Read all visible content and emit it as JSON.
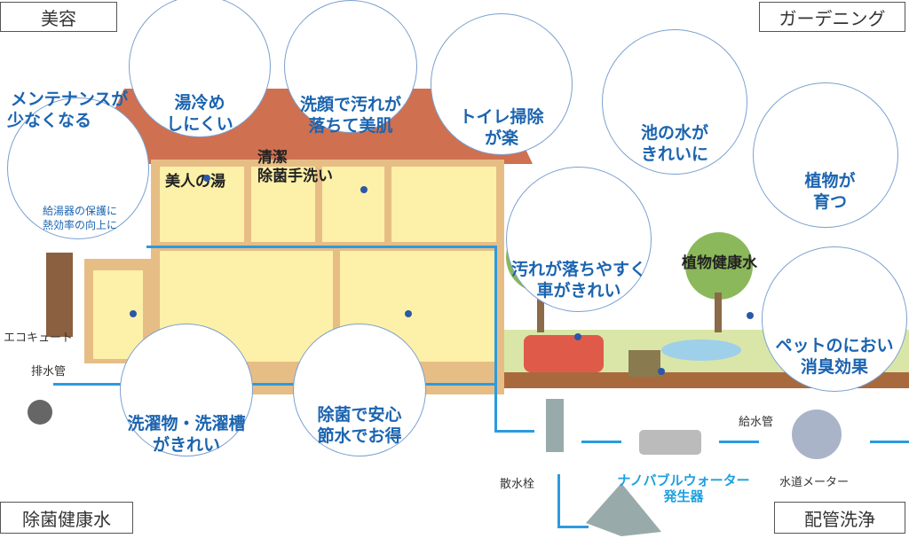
{
  "categories": {
    "beauty": "美容",
    "gardening": "ガーデニング",
    "sterilized_water": "除菌健康水",
    "pipe_cleaning": "配管洗浄"
  },
  "bubbles": {
    "bath": [
      "湯冷め",
      "しにくい"
    ],
    "face": [
      "洗顔で汚れが",
      "落ちて美肌"
    ],
    "toilet": [
      "トイレ掃除",
      "が楽"
    ],
    "maintenance": [
      "メンテナンスが",
      "少なくなる"
    ],
    "maintenance_sub": [
      "給湯器の保護に",
      "熱効率の向上に"
    ],
    "pond": [
      "池の水が",
      "きれいに"
    ],
    "plants": [
      "植物が",
      "育つ"
    ],
    "car": [
      "汚れが落ちやすく",
      "車がきれい"
    ],
    "pet": [
      "ペットのにおい",
      "消臭効果"
    ],
    "laundry": [
      "洗濯物・洗濯槽",
      "がきれい"
    ],
    "kitchen": [
      "除菌で安心",
      "節水でお得"
    ]
  },
  "labels": {
    "beauty_bath": "美人の湯",
    "handwash": [
      "清潔",
      "除菌手洗い"
    ],
    "plant_water": "植物健康水",
    "ecocute": "エコキュート",
    "drain": "排水管",
    "faucet": "散水栓",
    "supply": "給水管",
    "meter": "水道メーター",
    "generator": [
      "ナノバブルウォーター",
      "発生器"
    ]
  },
  "colors": {
    "text_blue": "#1b64b0",
    "pipe": "#2a9be0",
    "roof": "#cf7050",
    "wall": "#e7bd86",
    "room": "#fdf0a8",
    "lawn": "#d9e6a8"
  }
}
